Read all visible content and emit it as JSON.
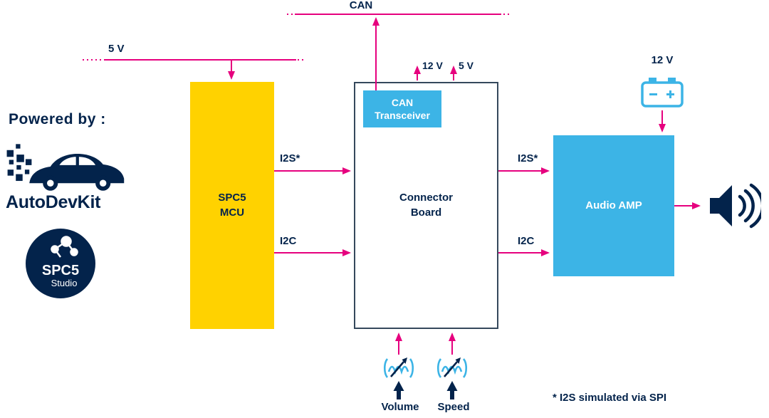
{
  "colors": {
    "magenta": "#e6007e",
    "yellow": "#ffd200",
    "cyan": "#3cb4e6",
    "navy": "#03234b"
  },
  "branding": {
    "powered_by": "Powered by :",
    "autodevkit": "AutoDevKit",
    "spc5_logo_line1": "SPC5",
    "spc5_logo_line2": "Studio"
  },
  "blocks": {
    "mcu_line1": "SPC5",
    "mcu_line2": "MCU",
    "can_transceiver_line1": "CAN",
    "can_transceiver_line2": "Transceiver",
    "connector_line1": "Connector",
    "connector_line2": "Board",
    "audio_amp": "Audio AMP"
  },
  "signals": {
    "can_bus": "CAN",
    "supply_5v": "5 V",
    "board_12v": "12 V",
    "board_5v": "5 V",
    "i2s_left": "I2S*",
    "i2c_left": "I2C",
    "i2s_right": "I2S*",
    "i2c_right": "I2C",
    "battery_12v": "12 V"
  },
  "controls": {
    "volume": "Volume",
    "speed": "Speed"
  },
  "footnote": "* I2S simulated via SPI"
}
